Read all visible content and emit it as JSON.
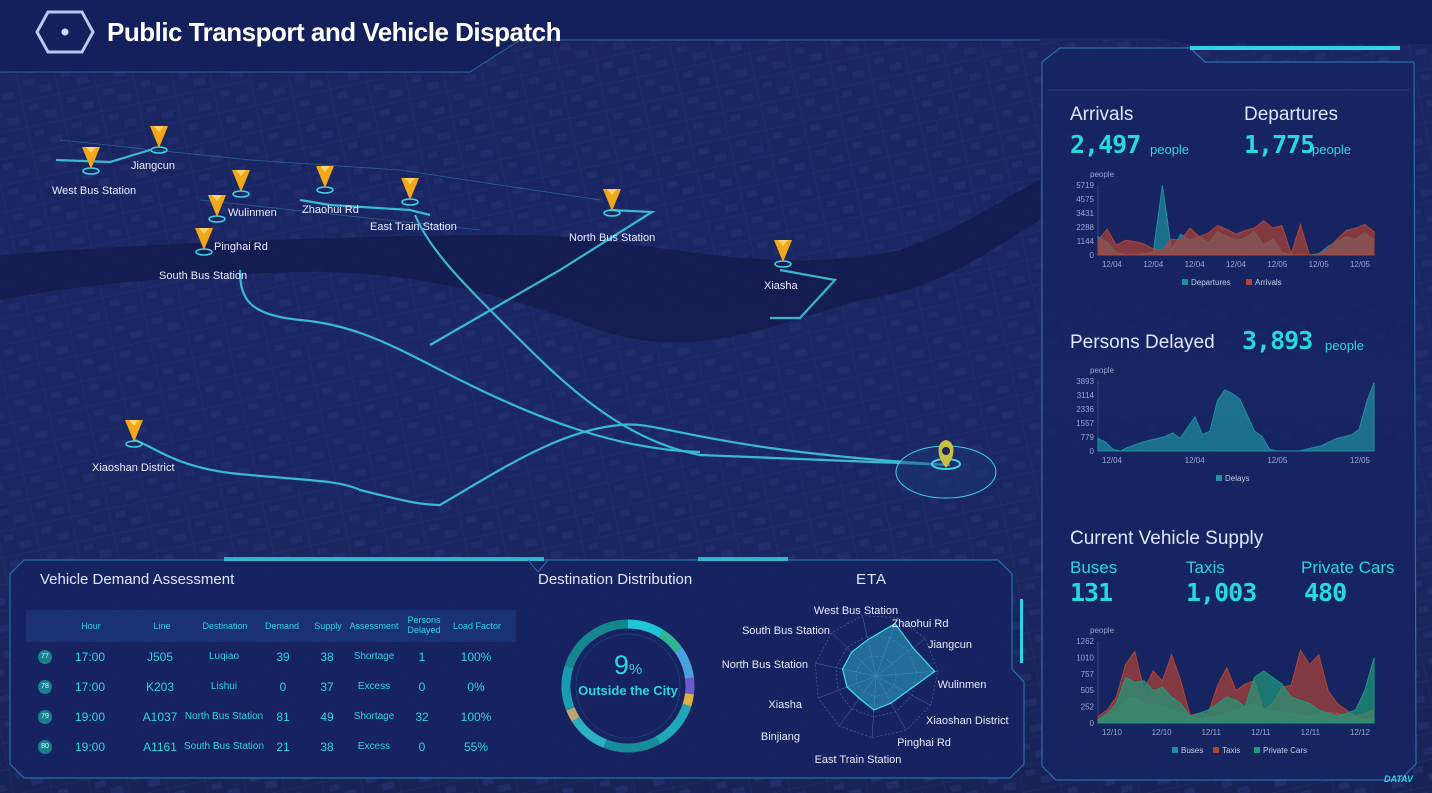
{
  "header": {
    "title": "Public Transport and Vehicle Dispatch"
  },
  "map": {
    "locations": [
      {
        "name": "Jiangcun"
      },
      {
        "name": "West Bus Station"
      },
      {
        "name": "Wulinmen"
      },
      {
        "name": "Zhaohui Rd"
      },
      {
        "name": "East Train Station"
      },
      {
        "name": "Pinghai Rd"
      },
      {
        "name": "South Bus Station"
      },
      {
        "name": "North Bus Station"
      },
      {
        "name": "Xiasha"
      },
      {
        "name": "Xiaoshan District"
      }
    ]
  },
  "right_panel": {
    "arrivals": {
      "label": "Arrivals",
      "value": "2,497",
      "unit": "people"
    },
    "departures": {
      "label": "Departures",
      "value": "1,775",
      "unit": "people"
    },
    "persons_delayed": {
      "label": "Persons Delayed",
      "value": "3,893",
      "unit": "people"
    },
    "vehicle_supply": {
      "title": "Current Vehicle Supply",
      "buses": {
        "label": "Buses",
        "value": "131"
      },
      "taxis": {
        "label": "Taxis",
        "value": "1,003"
      },
      "private": {
        "label": "Private Cars",
        "value": "480"
      }
    }
  },
  "chart_data": [
    {
      "type": "area",
      "ylabel": "people",
      "yticks": [
        "5719",
        "4575",
        "3431",
        "2288",
        "1144",
        "0"
      ],
      "xticks": [
        "12/04",
        "12/04",
        "12/04",
        "12/04",
        "12/05",
        "12/05",
        "12/05"
      ],
      "ylim": [
        0,
        5719
      ],
      "series": [
        {
          "name": "Departures",
          "color": "#1f8fa3",
          "values": [
            1500,
            1000,
            200,
            0,
            0,
            100,
            200,
            5700,
            400,
            1700,
            1200,
            1500,
            1000,
            1900,
            1500,
            1200,
            1400,
            1900,
            800,
            1300,
            200,
            0,
            0,
            0,
            100,
            700,
            1100,
            1500,
            1300,
            1800,
            1200
          ]
        },
        {
          "name": "Arrivals",
          "color": "#b04535",
          "values": [
            1200,
            2100,
            800,
            1200,
            1100,
            900,
            500,
            400,
            1300,
            1200,
            2200,
            1500,
            1800,
            2400,
            2100,
            1700,
            2000,
            2200,
            2800,
            2200,
            2400,
            100,
            2500,
            0,
            0,
            500,
            1300,
            2000,
            2200,
            2500,
            1900
          ]
        }
      ]
    },
    {
      "type": "area",
      "ylabel": "people",
      "yticks": [
        "3893",
        "3114",
        "2336",
        "1557",
        "779",
        "0"
      ],
      "xticks": [
        "12/04",
        "12/04",
        "12/05",
        "12/05"
      ],
      "ylim": [
        0,
        3893
      ],
      "series": [
        {
          "name": "Delays",
          "color": "#1f8fa3",
          "values": [
            700,
            500,
            100,
            0,
            200,
            350,
            500,
            600,
            700,
            800,
            1000,
            700,
            1300,
            1900,
            900,
            1100,
            2800,
            3400,
            3200,
            2900,
            2000,
            1100,
            800,
            100,
            0,
            0,
            0,
            0,
            100,
            200,
            300,
            500,
            700,
            800,
            900,
            1200,
            2700,
            3800
          ]
        }
      ]
    },
    {
      "type": "area",
      "ylabel": "people",
      "yticks": [
        "1262",
        "1010",
        "757",
        "505",
        "252",
        "0"
      ],
      "xticks": [
        "12/10",
        "12/10",
        "12/11",
        "12/11",
        "12/11",
        "12/12"
      ],
      "ylim": [
        0,
        1262
      ],
      "series": [
        {
          "name": "Buses",
          "color": "#1f8fa3",
          "values": [
            50,
            100,
            200,
            350,
            400,
            300,
            280,
            250,
            200,
            150,
            100,
            60,
            80,
            100,
            150,
            200,
            250,
            300,
            200,
            180,
            160,
            150,
            120,
            100,
            140,
            160,
            150,
            100,
            80,
            60,
            50
          ]
        },
        {
          "name": "Taxis",
          "color": "#b04535",
          "values": [
            100,
            200,
            400,
            900,
            1100,
            500,
            800,
            650,
            1050,
            650,
            120,
            150,
            150,
            580,
            850,
            500,
            600,
            650,
            200,
            300,
            550,
            580,
            1120,
            900,
            1050,
            500,
            300,
            200,
            100,
            150,
            200
          ]
        },
        {
          "name": "Private Cars",
          "color": "#1f9a7a",
          "values": [
            50,
            150,
            300,
            700,
            620,
            650,
            500,
            550,
            400,
            300,
            100,
            150,
            200,
            300,
            400,
            350,
            250,
            700,
            800,
            700,
            600,
            400,
            350,
            300,
            200,
            150,
            100,
            150,
            200,
            500,
            1000
          ]
        }
      ]
    },
    {
      "type": "pie",
      "title": "Destination Distribution",
      "center_value": "9",
      "center_unit": "%",
      "center_label": "Outside the City",
      "segments": [
        {
          "color": "#1fc6d6",
          "value": 9
        },
        {
          "color": "#2fb58f",
          "value": 6
        },
        {
          "color": "#4aa0d8",
          "value": 8
        },
        {
          "color": "#6a5acd",
          "value": 4
        },
        {
          "color": "#e0b040",
          "value": 3
        },
        {
          "color": "#20a8b8",
          "value": 12
        },
        {
          "color": "#188a9a",
          "value": 14
        },
        {
          "color": "#2eb0c0",
          "value": 10
        },
        {
          "color": "#b8a870",
          "value": 3
        },
        {
          "color": "#1a9cb0",
          "value": 11
        },
        {
          "color": "#16868e",
          "value": 20
        }
      ]
    },
    {
      "type": "radar",
      "title": "ETA",
      "axes": [
        "West Bus Station",
        "Zhaohui Rd",
        "Jiangcun",
        "Wulinmen",
        "Xiaoshan District",
        "Pinghai Rd",
        "East Train Station",
        "Binjiang",
        "Xiasha",
        "North Bus Station",
        "South Bus Station"
      ],
      "values": [
        0.9,
        0.75,
        0.95,
        0.55,
        0.5,
        0.55,
        0.45,
        0.5,
        0.55,
        0.55,
        0.6
      ]
    }
  ],
  "bottom_panel": {
    "demand_title": "Vehicle Demand Assessment",
    "table": {
      "headers": [
        "Hour",
        "Line",
        "Destination",
        "Demand",
        "Supply",
        "Assessment",
        "Persons Delayed",
        "Load Factor"
      ],
      "rows": [
        {
          "num": "77",
          "hour": "17:00",
          "line": "J505",
          "destination": "Luqiao",
          "demand": "39",
          "supply": "38",
          "assessment": "Shortage",
          "delayed": "1",
          "load": "100%"
        },
        {
          "num": "78",
          "hour": "17:00",
          "line": "K203",
          "destination": "Lishui",
          "demand": "0",
          "supply": "37",
          "assessment": "Excess",
          "delayed": "0",
          "load": "0%"
        },
        {
          "num": "79",
          "hour": "19:00",
          "line": "A1037",
          "destination": "North Bus Station",
          "demand": "81",
          "supply": "49",
          "assessment": "Shortage",
          "delayed": "32",
          "load": "100%"
        },
        {
          "num": "80",
          "hour": "19:00",
          "line": "A1161",
          "destination": "South Bus Station",
          "demand": "21",
          "supply": "38",
          "assessment": "Excess",
          "delayed": "0",
          "load": "55%"
        }
      ]
    }
  },
  "colors": {
    "accent": "#28d8e0",
    "background": "#0f1a4a",
    "panel": "#142463",
    "marker": "#f3a81c"
  },
  "brand": "DATAV"
}
